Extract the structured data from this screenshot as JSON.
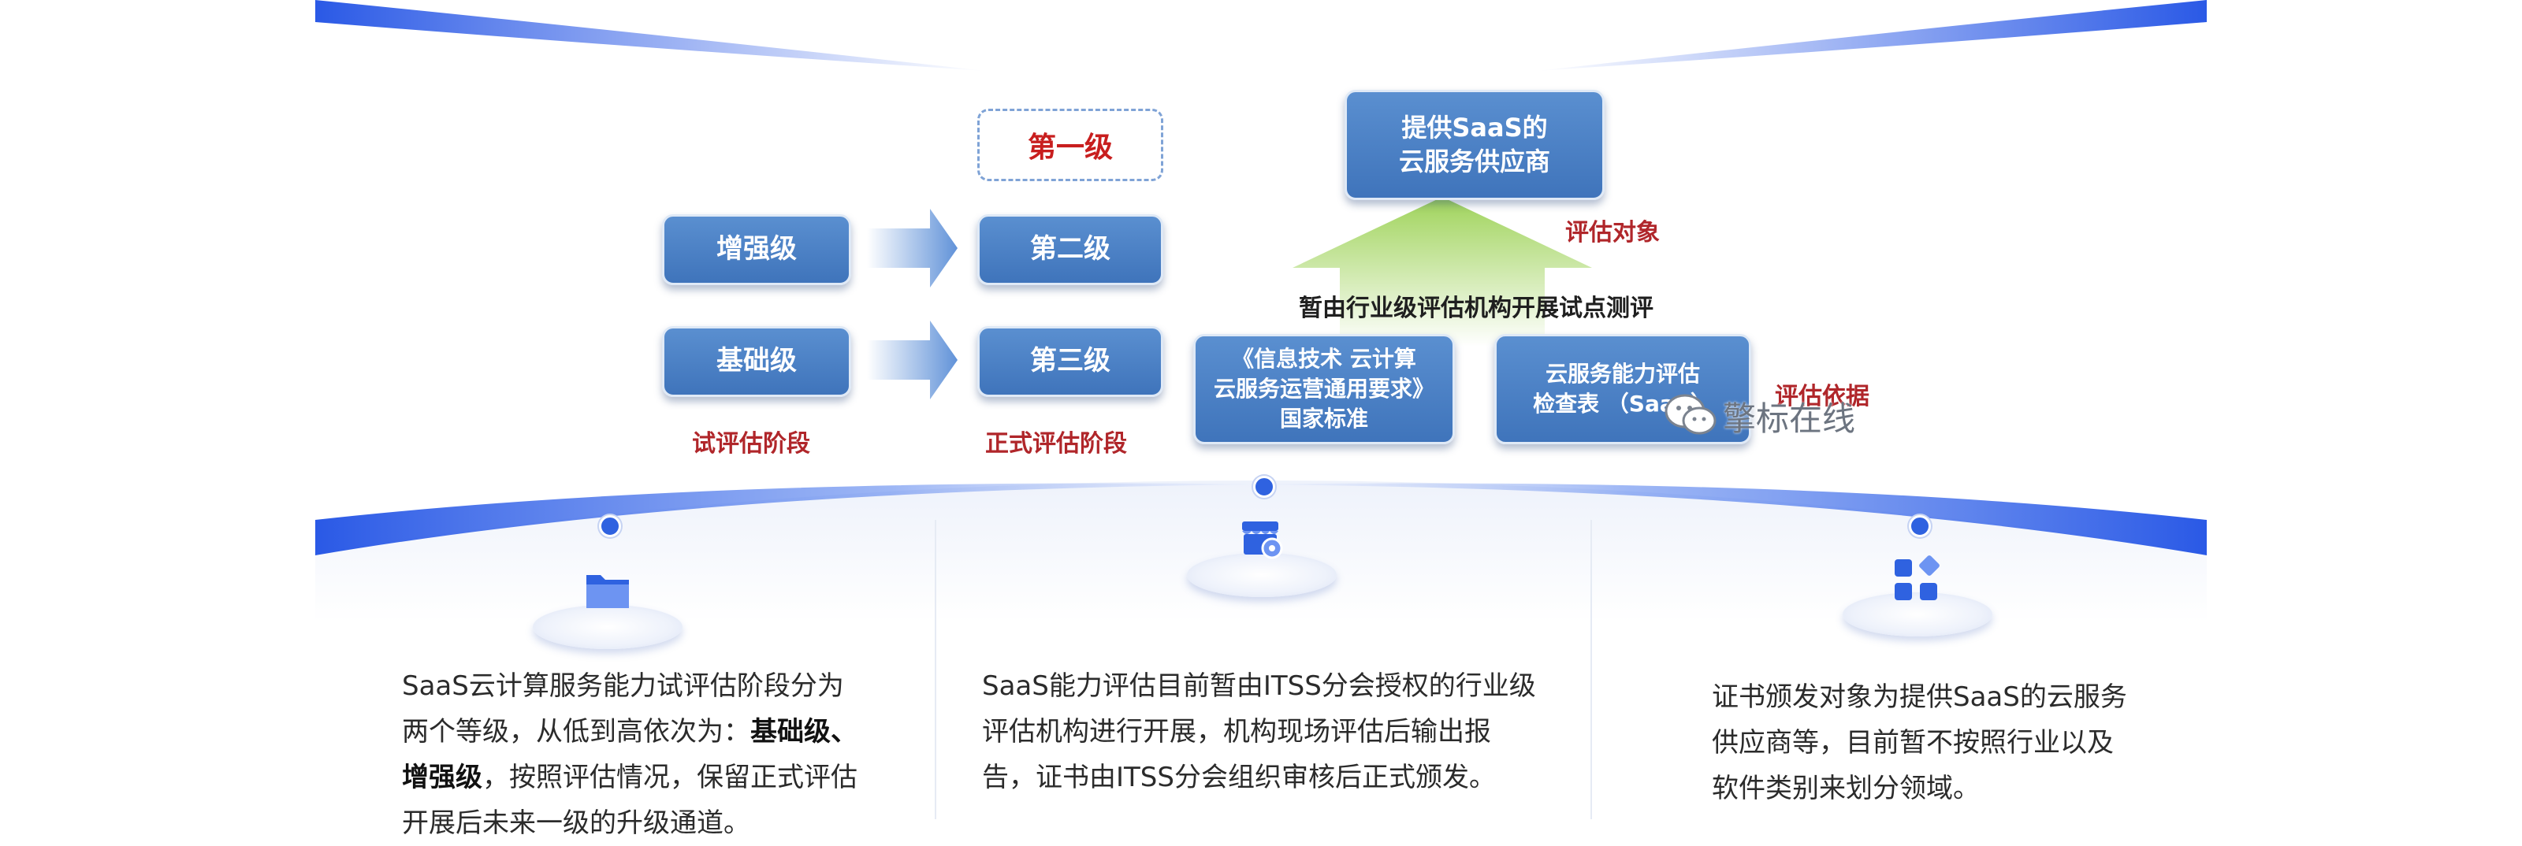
{
  "diagram": {
    "level_1": "第一级",
    "level_2": "第二级",
    "level_3": "第三级",
    "enhanced": "增强级",
    "basic": "基础级",
    "trial_stage": "试评估阶段",
    "formal_stage": "正式评估阶段",
    "provider_box": "提供SaaS的\n云服务供应商",
    "target_label": "评估对象",
    "pilot_label": "暂由行业级评估机构开展试点测评",
    "standard_box": "《信息技术 云计算\n云服务运营通用要求》\n国家标准",
    "checklist_box": "云服务能力评估\n检查表 （SaaS）",
    "basis_label": "评估依据",
    "watermark": "擎标在线"
  },
  "columns": {
    "col1": {
      "text_a": "SaaS云计算服务能力试评估阶段分为两个等级，从低到高依次为：",
      "text_bold": "基础级、增强级",
      "text_b": "，按照评估情况，保留正式评估开展后未来一级的升级通道。",
      "icon": "folder-icon"
    },
    "col2": {
      "text": "SaaS能力评估目前暂由ITSS分会授权的行业级评估机构进行开展，机构现场评估后输出报告，证书由ITSS分会组织审核后正式颁发。",
      "icon": "store-gear-icon"
    },
    "col3": {
      "text": "证书颁发对象为提供SaaS的云服务供应商等，目前暂不按照行业以及软件类别来划分领域。",
      "icon": "apps-grid-icon"
    }
  },
  "colors": {
    "accent_blue": "#2f62e0",
    "box_blue": "#4a7fc4",
    "label_red": "#b0262a"
  }
}
